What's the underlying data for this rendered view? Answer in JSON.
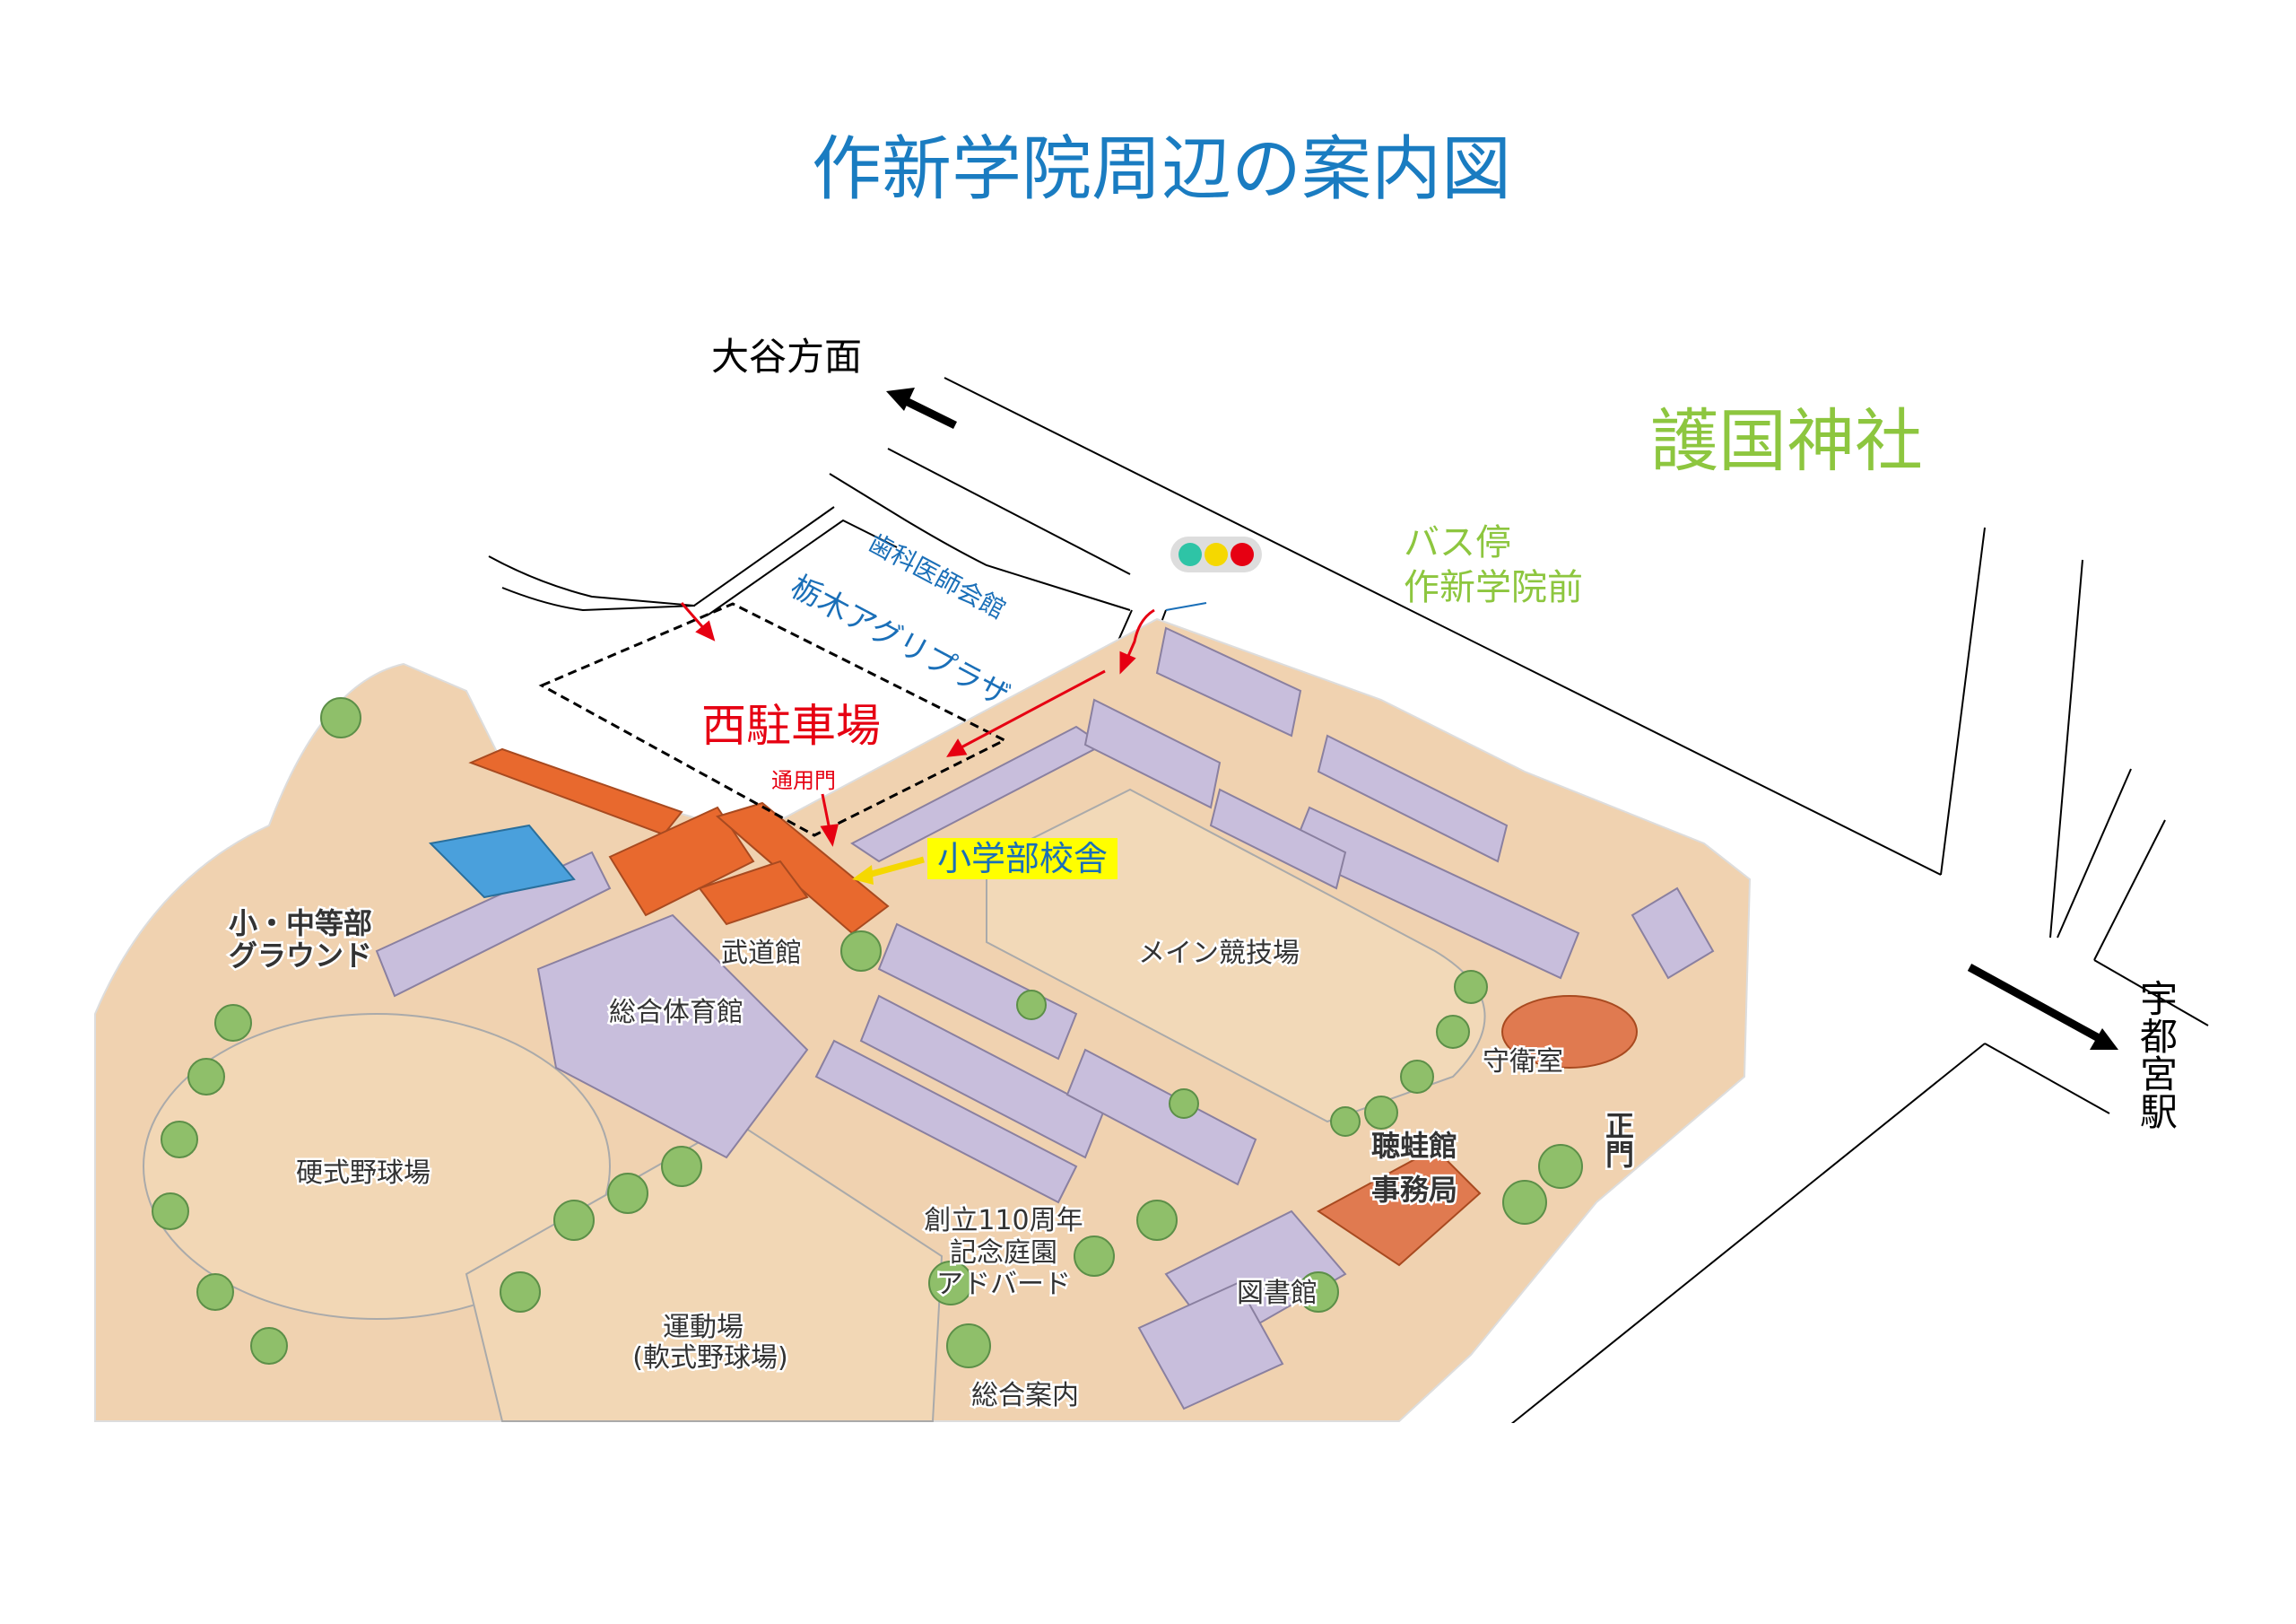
{
  "title": "作新学院周辺の案内図",
  "directions": {
    "oya": "大谷方面",
    "utsunomiya_station": "宇都宮駅"
  },
  "landmarks": {
    "gokoku_shrine": "護国神社",
    "bus_stop_line1": "バス停",
    "bus_stop_line2": "作新学院前",
    "dental_hall": "歯科医師会館",
    "agri_plaza": "栃木アグリプラザ",
    "west_parking": "西駐車場",
    "service_gate": "通用門",
    "elementary_building": "小学部校舎"
  },
  "campus_labels": {
    "ground_line1": "小・中等部",
    "ground_line2": "グラウンド",
    "budokan": "武道館",
    "gym": "総合体育館",
    "main_stadium": "メイン競技場",
    "guard_room": "守衛室",
    "choakan": "聴蛙館",
    "office": "事務局",
    "main_gate": "正門",
    "baseball": "硬式野球場",
    "garden_line1": "創立110周年",
    "garden_line2": "記念庭園",
    "garden_line3": "アドバード",
    "library": "図書館",
    "field_line1": "運動場",
    "field_line2": "(軟式野球場)",
    "info": "総合案内"
  },
  "colors": {
    "title": "#1a7cc1",
    "green_text": "#8dc63f",
    "red": "#e60012",
    "blue_text": "#1a6fb8",
    "highlight": "#ffff00"
  },
  "traffic_light": [
    "#2ec4a6",
    "#f5d800",
    "#e60012"
  ]
}
